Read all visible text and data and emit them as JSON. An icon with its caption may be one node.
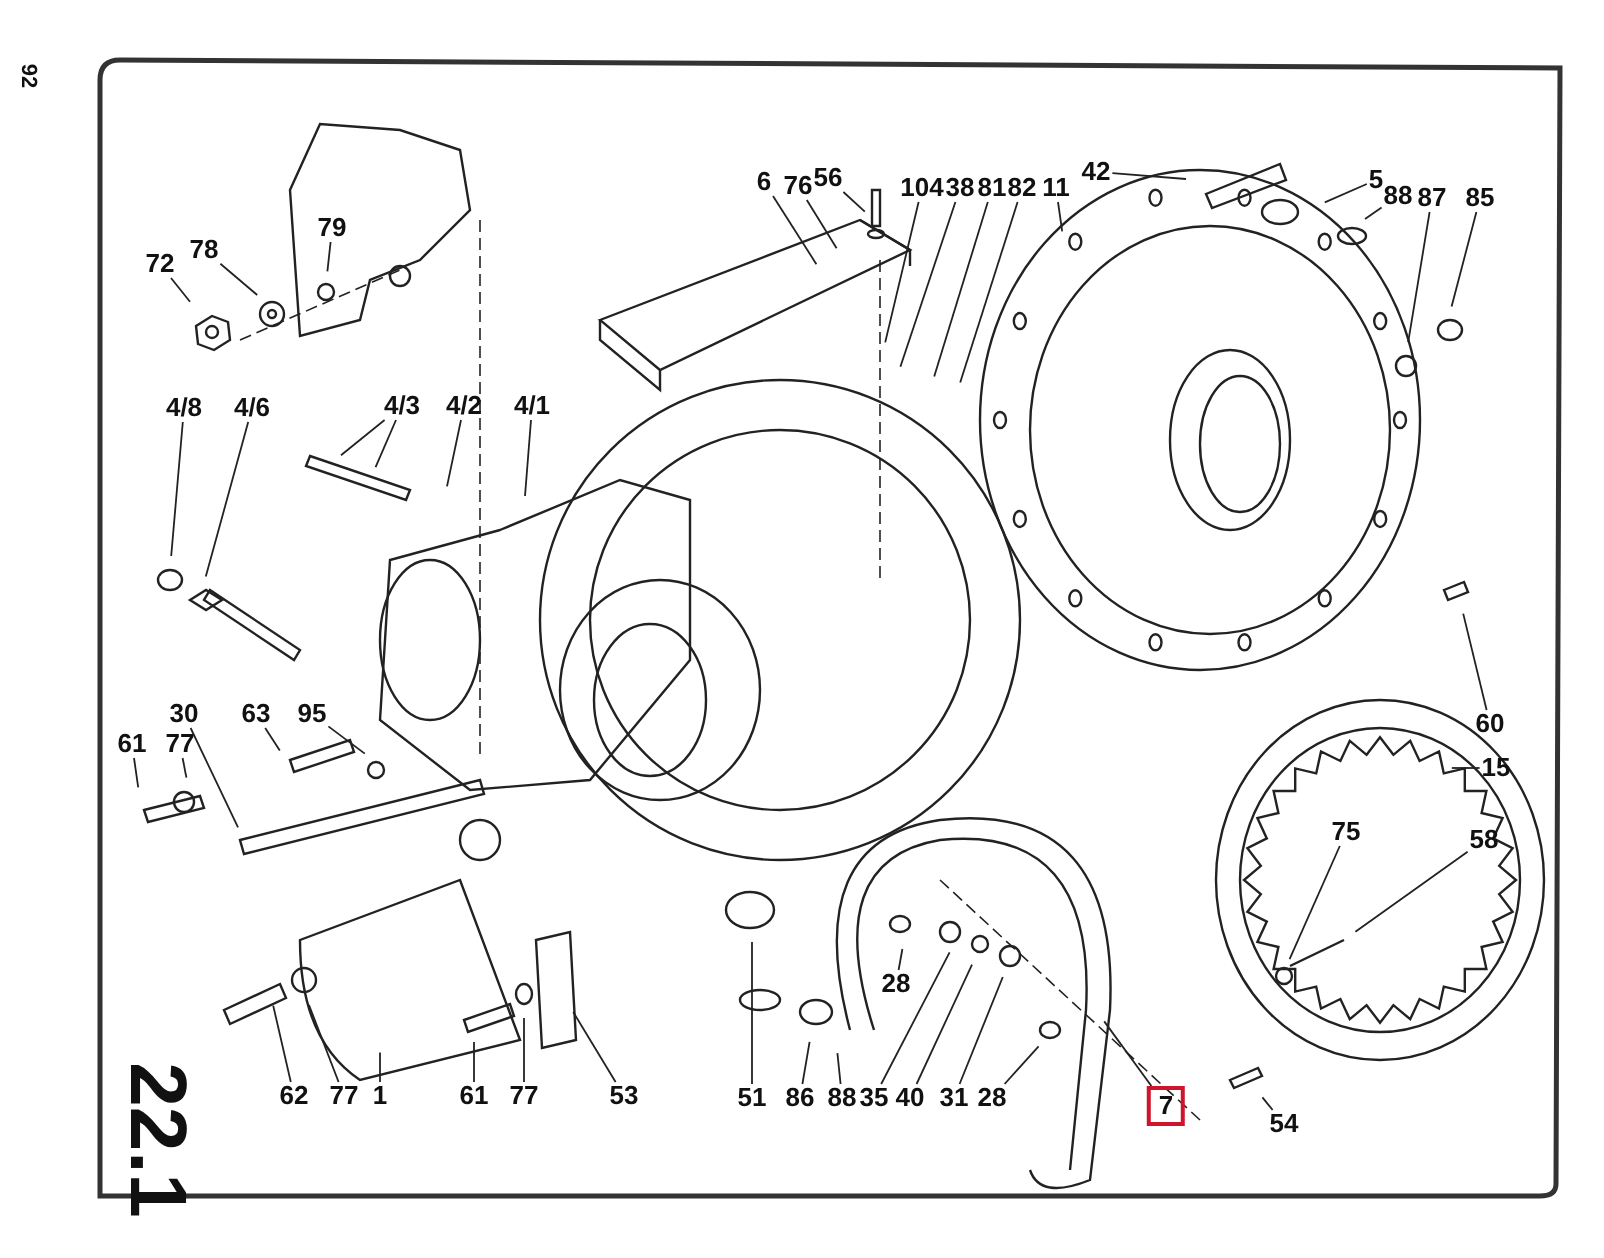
{
  "diagram": {
    "nodes": [
      {
        "text": [
          "42"
        ]
      },
      {
        "text": [
          "6"
        ]
      },
      {
        "text": [
          "76"
        ]
      },
      {
        "text": [
          "56"
        ]
      },
      {
        "text": [
          "104"
        ]
      },
      {
        "text": [
          "38"
        ]
      },
      {
        "text": [
          "81"
        ]
      },
      {
        "text": [
          "82"
        ]
      },
      {
        "text": [
          "11"
        ]
      },
      {
        "text": [
          "5"
        ]
      },
      {
        "text": [
          "88"
        ]
      },
      {
        "text": [
          "87"
        ]
      },
      {
        "text": [
          "85"
        ]
      },
      {
        "text": [
          "79"
        ]
      },
      {
        "text": [
          "72"
        ]
      },
      {
        "text": [
          "78"
        ]
      },
      {
        "text": [
          "4/8"
        ]
      },
      {
        "text": [
          "4/6"
        ]
      },
      {
        "text": [
          "4/3"
        ]
      },
      {
        "text": [
          "4/2"
        ]
      },
      {
        "text": [
          "4/1"
        ]
      },
      {
        "text": [
          "30"
        ]
      },
      {
        "text": [
          "63"
        ]
      },
      {
        "text": [
          "95"
        ]
      },
      {
        "text": [
          "61"
        ]
      },
      {
        "text": [
          "77"
        ]
      },
      {
        "text": [
          "60"
        ]
      },
      {
        "text": [
          "15"
        ]
      },
      {
        "text": [
          "75"
        ]
      },
      {
        "text": [
          "58"
        ]
      },
      {
        "text": [
          "28"
        ]
      },
      {
        "text": [
          "62"
        ]
      },
      {
        "text": [
          "77"
        ]
      },
      {
        "text": [
          "1"
        ]
      },
      {
        "text": [
          "61"
        ]
      },
      {
        "text": [
          "77"
        ]
      },
      {
        "text": [
          "53"
        ]
      },
      {
        "text": [
          "51"
        ]
      },
      {
        "text": [
          "86"
        ]
      },
      {
        "text": [
          "88"
        ]
      },
      {
        "text": [
          "35"
        ]
      },
      {
        "text": [
          "40"
        ]
      },
      {
        "text": [
          "31"
        ]
      },
      {
        "text": [
          "28"
        ]
      },
      {
        "text": [
          "7"
        ]
      },
      {
        "text": [
          "54"
        ]
      }
    ],
    "edges": [
      {
        "from": 0,
        "to": null,
        "arrow": "none"
      },
      {
        "from": 1,
        "to": null,
        "arrow": "none"
      },
      {
        "from": 2,
        "to": null,
        "arrow": "none"
      },
      {
        "from": 3,
        "to": null,
        "arrow": "none"
      },
      {
        "from": 4,
        "to": null,
        "arrow": "none"
      },
      {
        "from": 5,
        "to": null,
        "arrow": "none"
      },
      {
        "from": 6,
        "to": null,
        "arrow": "none"
      },
      {
        "from": 7,
        "to": null,
        "arrow": "none"
      },
      {
        "from": 8,
        "to": null,
        "arrow": "none"
      },
      {
        "from": 9,
        "to": null,
        "arrow": "none"
      },
      {
        "from": 10,
        "to": null,
        "arrow": "none"
      },
      {
        "from": 11,
        "to": null,
        "arrow": "none"
      },
      {
        "from": 12,
        "to": null,
        "arrow": "none"
      },
      {
        "from": 13,
        "to": null,
        "arrow": "none"
      },
      {
        "from": 14,
        "to": null,
        "arrow": "none"
      },
      {
        "from": 15,
        "to": null,
        "arrow": "none"
      },
      {
        "from": 16,
        "to": null,
        "arrow": "none"
      },
      {
        "from": 17,
        "to": null,
        "arrow": "none"
      },
      {
        "from": 18,
        "to": null,
        "arrow": "none"
      },
      {
        "from": 18,
        "to": null,
        "arrow": "none"
      },
      {
        "from": 19,
        "to": null,
        "arrow": "none"
      },
      {
        "from": 20,
        "to": null,
        "arrow": "none"
      },
      {
        "from": 21,
        "to": null,
        "arrow": "none"
      },
      {
        "from": 22,
        "to": null,
        "arrow": "none"
      },
      {
        "from": 23,
        "to": null,
        "arrow": "none"
      },
      {
        "from": 24,
        "to": null,
        "arrow": "none"
      },
      {
        "from": 25,
        "to": null,
        "arrow": "none"
      },
      {
        "from": 26,
        "to": null,
        "arrow": "none"
      },
      {
        "from": 27,
        "to": null,
        "arrow": "none"
      },
      {
        "from": 28,
        "to": null,
        "arrow": "none"
      },
      {
        "from": 29,
        "to": null,
        "arrow": "none"
      },
      {
        "from": 30,
        "to": null,
        "arrow": "none"
      },
      {
        "from": 31,
        "to": null,
        "arrow": "none"
      },
      {
        "from": 32,
        "to": null,
        "arrow": "none"
      },
      {
        "from": 33,
        "to": null,
        "arrow": "none"
      },
      {
        "from": 34,
        "to": null,
        "arrow": "none"
      },
      {
        "from": 35,
        "to": null,
        "arrow": "none"
      },
      {
        "from": 36,
        "to": null,
        "arrow": "none"
      },
      {
        "from": 37,
        "to": null,
        "arrow": "none"
      },
      {
        "from": 38,
        "to": null,
        "arrow": "none"
      },
      {
        "from": 39,
        "to": null,
        "arrow": "none"
      },
      {
        "from": 40,
        "to": null,
        "arrow": "none"
      },
      {
        "from": 41,
        "to": null,
        "arrow": "none"
      },
      {
        "from": 42,
        "to": null,
        "arrow": "none"
      },
      {
        "from": 43,
        "to": null,
        "arrow": "none"
      },
      {
        "from": 44,
        "to": null,
        "arrow": "none"
      },
      {
        "from": 45,
        "to": null,
        "arrow": "none"
      }
    ],
    "labels": [
      "92",
      "22.1"
    ]
  }
}
